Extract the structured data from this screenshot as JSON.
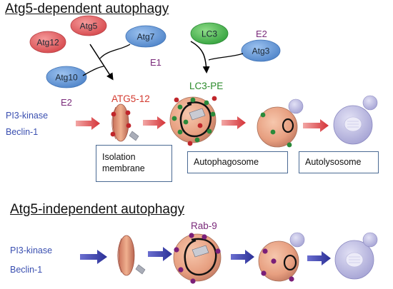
{
  "headings": {
    "top": "Atg5-dependent autophagy",
    "bottom": "Atg5-independent autophagy"
  },
  "proteins": {
    "atg5": "Atg5",
    "atg12": "Atg12",
    "atg7": "Atg7",
    "lc3": "LC3",
    "atg3": "Atg3",
    "atg10": "Atg10"
  },
  "enzyme_labels": {
    "e1": "E1",
    "e2_right": "E2",
    "e2_left": "E2"
  },
  "conjugates": {
    "atg5_12": "ATG5-12",
    "lc3_pe": "LC3-PE"
  },
  "inducers_top": {
    "line1": "PI3-kinase",
    "line2": "Beclin-1"
  },
  "inducers_bottom": {
    "line1": "PI3-kinase",
    "line2": "Beclin-1"
  },
  "stages": {
    "isolation_membrane_line1": "Isolation",
    "isolation_membrane_line2": "membrane",
    "autophagosome": "Autophagosome",
    "autolysosome": "Autolysosome"
  },
  "rab9": "Rab-9",
  "colors": {
    "atg5_red": "#e0575a",
    "atg7_blue": "#5a8fd0",
    "lc3_green": "#3fb04a",
    "dot_red": "#c0262b",
    "dot_green": "#2a8a3a",
    "dot_purple": "#7a1f78",
    "arrow_red": "#d8383c",
    "arrow_blue": "#3a3fa6",
    "label_purple": "#7a2a7a",
    "label_green": "#2a8a2a",
    "label_red": "#d33a2f",
    "label_blue": "#3a4fb0"
  }
}
